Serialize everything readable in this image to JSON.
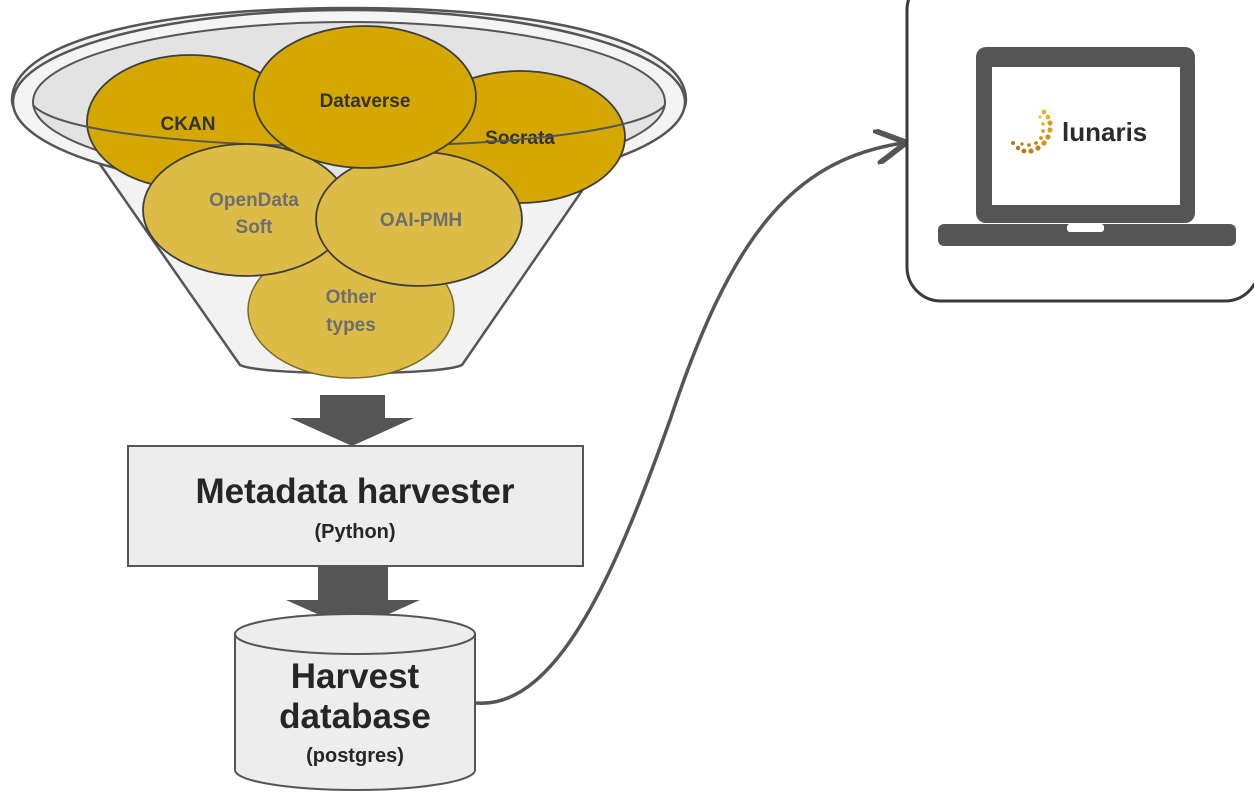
{
  "sources": {
    "ckan": "CKAN",
    "dataverse": "Dataverse",
    "socrata": "Socrata",
    "opendatasoft_line1": "OpenData",
    "opendatasoft_line2": "Soft",
    "oai_pmh": "OAI-PMH",
    "other_line1": "Other",
    "other_line2": "types"
  },
  "harvester": {
    "title": "Metadata harvester",
    "subtitle": "(Python)"
  },
  "database": {
    "title_line1": "Harvest",
    "title_line2": "database",
    "subtitle": "(postgres)"
  },
  "app": {
    "logo_text": "lunaris",
    "icon": "laptop-icon"
  },
  "colors": {
    "source_dark": "#d4a800",
    "source_light": "#dcbb46",
    "arrow": "#555555",
    "box_fill": "#ededed"
  }
}
